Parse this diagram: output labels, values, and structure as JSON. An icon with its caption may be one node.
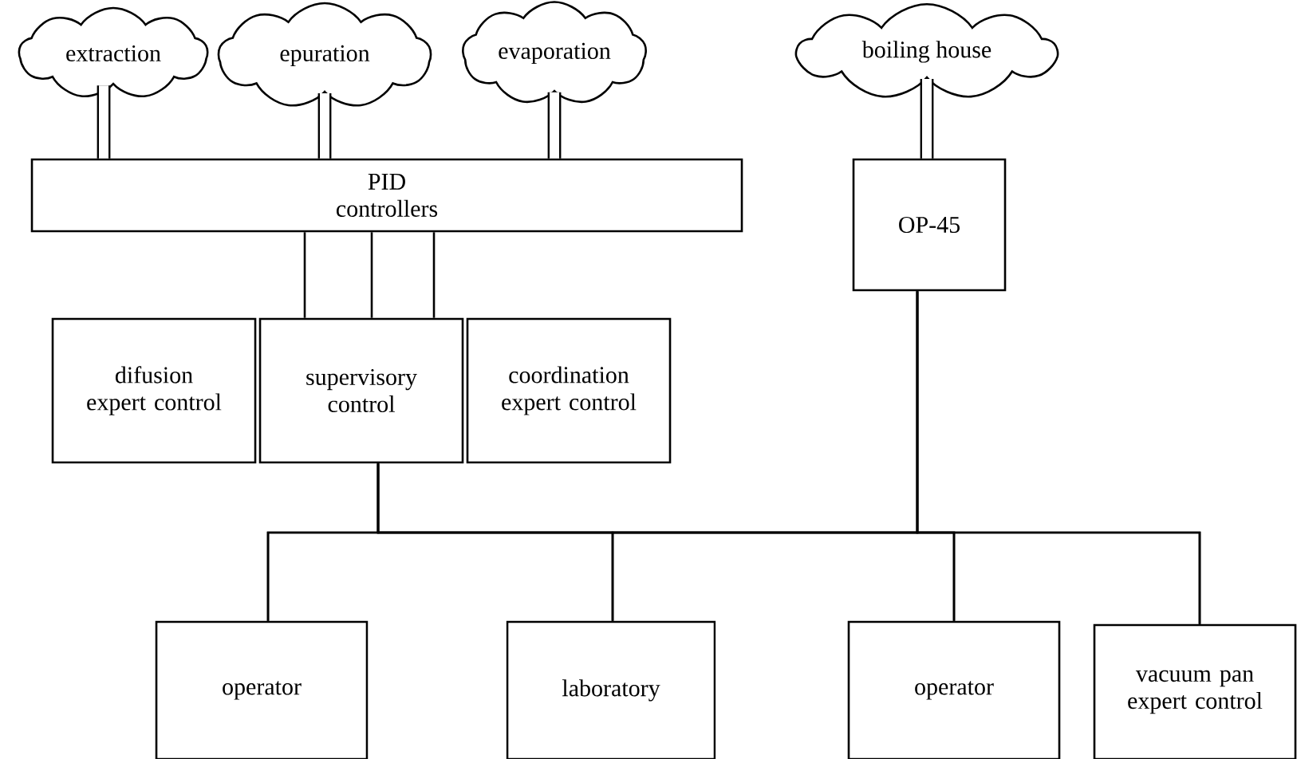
{
  "diagram": {
    "nodes": [
      {
        "text": [
          "extraction"
        ]
      },
      {
        "text": [
          "epuration"
        ]
      },
      {
        "text": [
          "evaporation"
        ]
      },
      {
        "text": [
          "boiling house"
        ]
      },
      {
        "text": [
          "PID controllers"
        ]
      },
      {
        "text": [
          "OP-45"
        ]
      },
      {
        "text": [
          "difusion expert control"
        ]
      },
      {
        "text": [
          "supervisory control"
        ]
      },
      {
        "text": [
          "coordination expert control"
        ]
      },
      {
        "text": [
          "operator"
        ]
      },
      {
        "text": [
          "laboratory"
        ]
      },
      {
        "text": [
          "operator"
        ]
      },
      {
        "text": [
          "vacuum pan expert control"
        ]
      }
    ],
    "edges": [
      {
        "from": 0,
        "to": 4,
        "arrow": "none",
        "style": "thick"
      },
      {
        "from": 1,
        "to": 4,
        "arrow": "none",
        "style": "thick"
      },
      {
        "from": 2,
        "to": 4,
        "arrow": "none",
        "style": "thick"
      },
      {
        "from": 3,
        "to": 5,
        "arrow": "none",
        "style": "thick"
      },
      {
        "from": 4,
        "to": 7,
        "arrow": "none"
      },
      {
        "from": 4,
        "to": 7,
        "arrow": "none"
      },
      {
        "from": 4,
        "to": 7,
        "arrow": "none"
      },
      {
        "from": 7,
        "to": 9,
        "arrow": "none"
      },
      {
        "from": 7,
        "to": 10,
        "arrow": "none"
      },
      {
        "from": 7,
        "to": 11,
        "arrow": "none"
      },
      {
        "from": 7,
        "to": 12,
        "arrow": "none"
      },
      {
        "from": 5,
        "to": 9,
        "arrow": "none"
      },
      {
        "from": 5,
        "to": 10,
        "arrow": "none"
      },
      {
        "from": 5,
        "to": 11,
        "arrow": "none"
      },
      {
        "from": 5,
        "to": 12,
        "arrow": "none"
      }
    ]
  }
}
